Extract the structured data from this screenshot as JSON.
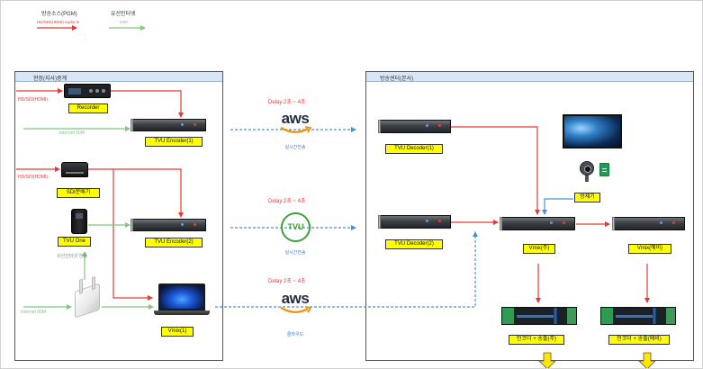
{
  "legend": {
    "pgm": {
      "label": "방송소스(PGM)",
      "sub": "HD/SDI(HDMI) Audio In",
      "color": "#e53935"
    },
    "internet": {
      "label": "유선인터넷",
      "sub": "50M",
      "color": "#7fc87c"
    }
  },
  "colors": {
    "pgm_line": "#e53935",
    "internet_line": "#7fc87c",
    "stream_line": "#4a8fd8",
    "label_fill": "#ffff00",
    "panel_header": "#d9e6f5",
    "delay_text": "#e53935",
    "note_text": "#3a7fd0",
    "tvu_green": "#3aa335",
    "aws_orange": "#f29100"
  },
  "site": {
    "title": "현장(지사)중계",
    "recorder_input": "HD/SDI(HDMI)",
    "splitter_input": "HD/SDI(HDMI)",
    "internet_top": "Internet 50M",
    "internet_bottom": "Internet 50M",
    "recorder": "Recorder",
    "encoder1": "TVU Encoder(1)",
    "splitter": "SDI분배기",
    "tvu_one": "TVU One",
    "tvu_one_note": "유선인터넷 연결",
    "encoder2": "TVU Encoder(2)",
    "laptop": "Vmix(1)"
  },
  "transport": [
    {
      "delay": "Delay 2초 ~ 4초",
      "service": "aws",
      "note": "실시간전송"
    },
    {
      "delay": "Delay 2초 ~ 4초",
      "service": "TVU",
      "note": "실시간전송"
    },
    {
      "delay": "Delay 2초 ~ 4초",
      "service": "aws",
      "note": "클라우드"
    }
  ],
  "center": {
    "title": "방송센터(본사)",
    "decoder1": "TVU Decoder(1)",
    "decoder2": "TVU Decoder(2)",
    "caption": "방제기",
    "vmix_main": "Vmix(주)",
    "vmix_backup": "Vmix(예비)",
    "encoder_main": "인코더 + 송출(주)",
    "encoder_backup": "인코더 + 송출(예비)"
  },
  "icons": [
    "recorder-icon",
    "rack-server-icon",
    "sdi-splitter-icon",
    "tvu-one-icon",
    "router-icon",
    "laptop-icon",
    "monitor-icon",
    "webcam-icon",
    "spreadsheet-icon",
    "aws-logo",
    "tvu-logo",
    "down-arrow-icon"
  ]
}
